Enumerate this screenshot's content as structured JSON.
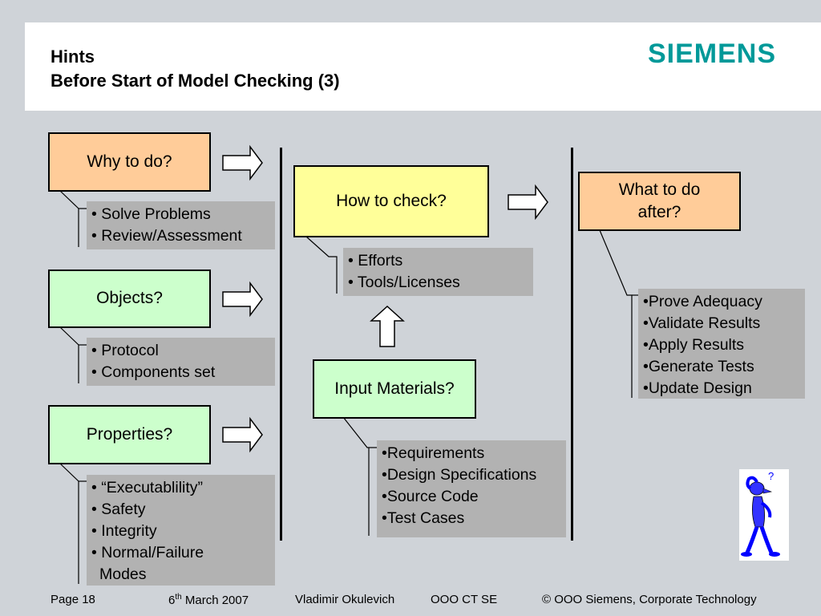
{
  "header": {
    "title_line1": "Hints",
    "title_line2": "Before Start of Model Checking (3)",
    "logo": "SIEMENS"
  },
  "diagram": {
    "why": {
      "label": "Why to do?",
      "bullets": [
        "• Solve Problems",
        "• Review/Assessment"
      ]
    },
    "objects": {
      "label": "Objects?",
      "bullets": [
        "• Protocol",
        "• Components set"
      ]
    },
    "properties": {
      "label": "Properties?",
      "bullets": [
        "• “Executablility”",
        "• Safety",
        "• Integrity",
        "• Normal/Failure",
        "Modes"
      ]
    },
    "how": {
      "label": "How to check?",
      "bullets": [
        "• Efforts",
        "• Tools/Licenses"
      ]
    },
    "input": {
      "label": "Input Materials?",
      "bullets": [
        "•Requirements",
        "•Design Specifications",
        "•Source Code",
        "•Test Cases"
      ]
    },
    "after": {
      "label_line1": "What to do",
      "label_line2": "after?",
      "bullets": [
        "•Prove Adequacy",
        "•Validate Results",
        "•Apply Results",
        "•Generate Tests",
        "•Update Design"
      ]
    },
    "arrow_icon": "hollow-arrow-icon",
    "thinking_figure_icon": "thinking-figure-icon",
    "question_mark": "?"
  },
  "footer": {
    "page": "Page 18",
    "date_day": "6",
    "date_suffix": "th",
    "date_rest": " March 2007",
    "author": "Vladimir Okulevich",
    "dept": "OOO CT SE",
    "copyright": "© OOO Siemens, Corporate Technology"
  },
  "colors": {
    "background": "#cfd3d8",
    "orange_box": "#ffcc99",
    "green_box": "#ccffcc",
    "yellow_box": "#ffff99",
    "bullet_bg": "#b2b2b2",
    "siemens_teal": "#009999",
    "figure_blue": "#0000ff"
  }
}
